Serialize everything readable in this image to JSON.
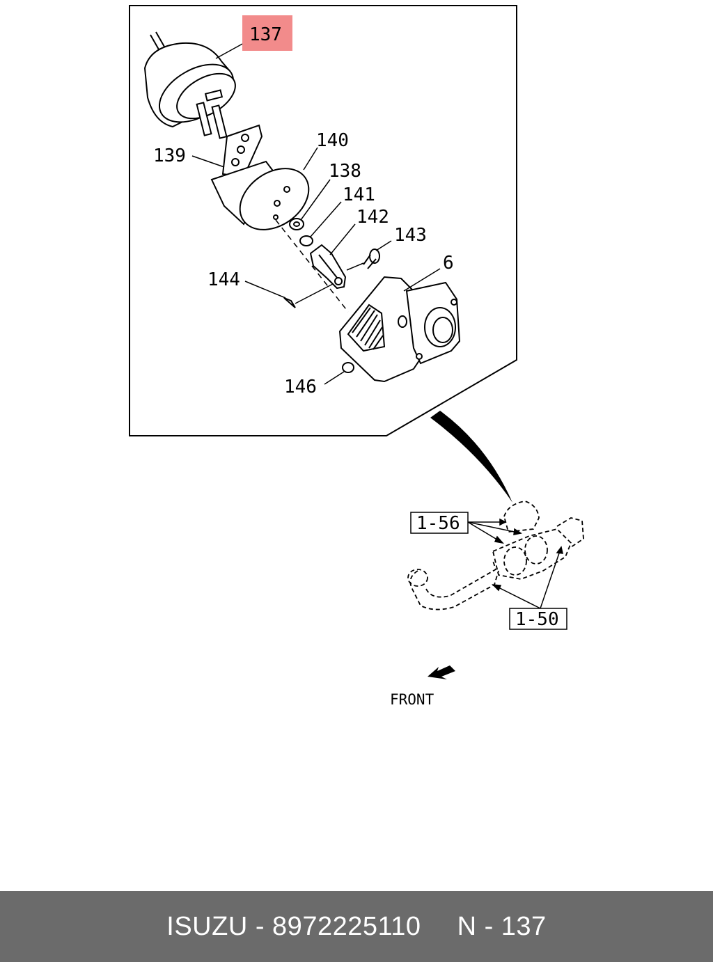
{
  "callouts": {
    "p137": "137",
    "p139": "139",
    "p140": "140",
    "p138": "138",
    "p141": "141",
    "p142": "142",
    "p143": "143",
    "p6": "6",
    "p144": "144",
    "p146": "146"
  },
  "references": {
    "r156": "1-56",
    "r150": "1-50"
  },
  "front_label": "FRONT",
  "highlight_color": "#f28b8b",
  "footer": {
    "part_ref": "ISUZU - 8972225110",
    "position_ref": "N - 137"
  }
}
